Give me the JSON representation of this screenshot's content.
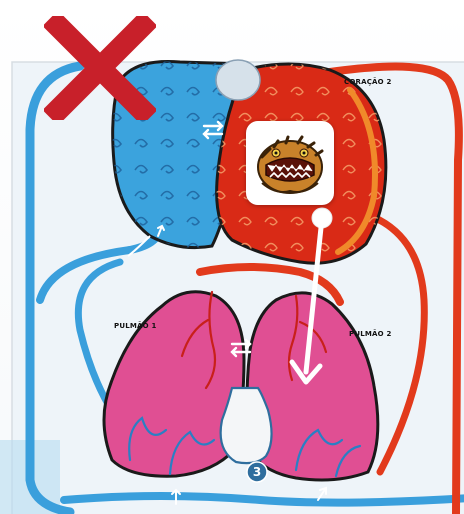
{
  "labels": {
    "heart": "CORAÇÃO 2",
    "lung1": "PULMÃO 1",
    "lung2": "PULMÃO 2"
  },
  "step_badge": "3",
  "icons": {
    "close": "close-x-icon",
    "monster": "monster-token-icon",
    "move_arrow": "move-arrow-icon",
    "flow_arrows": "flow-arrow-icon"
  },
  "colors": {
    "close_x": "#c8202a",
    "vein_blue": "#3a9fdc",
    "artery_red": "#e23a1c",
    "lung_pink": "#e04f93",
    "heart_blue": "#3ba3dd",
    "heart_red": "#d92a16",
    "outline": "#1a1a1a",
    "badge": "#2f6e9e"
  }
}
